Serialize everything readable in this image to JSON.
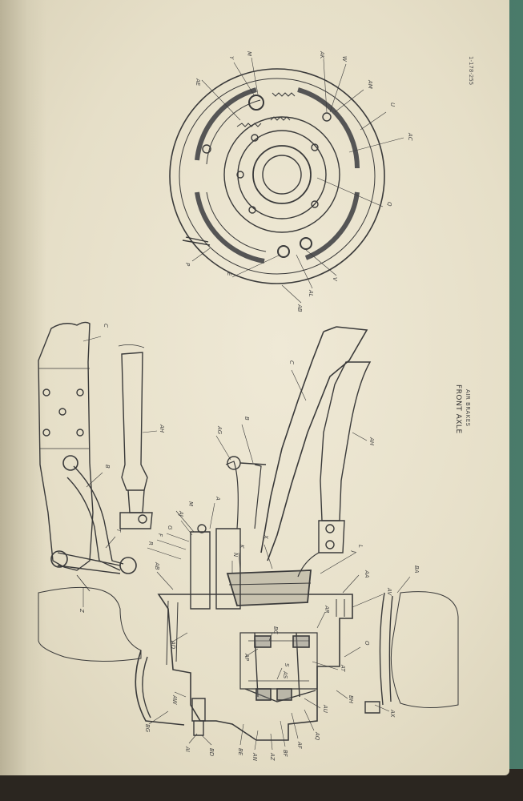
{
  "document": {
    "id": "1-178-255",
    "caption_title": "FRONT AXLE",
    "caption_sub": "AIR BRAKES"
  },
  "labels": {
    "brake": [
      "AE",
      "Y",
      "M",
      "AK",
      "W",
      "AM",
      "U",
      "AC",
      "Q",
      "V",
      "AL",
      "AB",
      "E",
      "P"
    ],
    "steering": [
      "C",
      "AH",
      "B",
      "T",
      "Z"
    ],
    "assembly": [
      "AG",
      "B",
      "C",
      "AH",
      "A",
      "AJ",
      "M",
      "G",
      "F",
      "R",
      "AB",
      "N",
      "K",
      "X",
      "L",
      "J",
      "AA",
      "AV",
      "BA",
      "O",
      "AD",
      "AP",
      "BC",
      "S",
      "AR",
      "AS",
      "AT",
      "AU",
      "AW",
      "BG",
      "AI",
      "BD",
      "BE",
      "AN",
      "AZ",
      "BF",
      "AF",
      "AQ",
      "BH",
      "AX"
    ]
  }
}
